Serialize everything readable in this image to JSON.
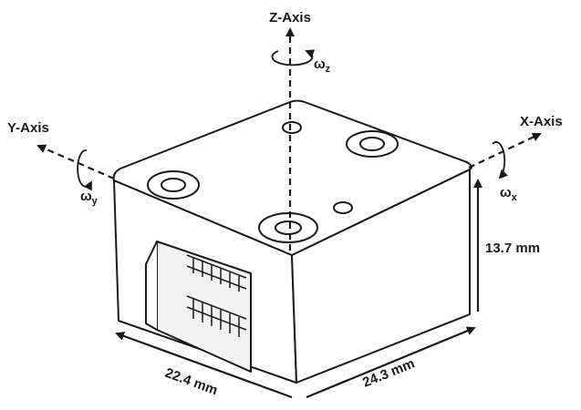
{
  "axes": {
    "z": {
      "label": "Z-Axis",
      "rotation": "ω",
      "rotation_sub": "z"
    },
    "y": {
      "label": "Y-Axis",
      "rotation": "ω",
      "rotation_sub": "y"
    },
    "x": {
      "label": "X-Axis",
      "rotation": "ω",
      "rotation_sub": "x"
    }
  },
  "dimensions": {
    "height": "13.7 mm",
    "depth": "22.4 mm",
    "width": "24.3 mm"
  },
  "colors": {
    "line": "#1a1a1a",
    "body": "#ffffff"
  }
}
